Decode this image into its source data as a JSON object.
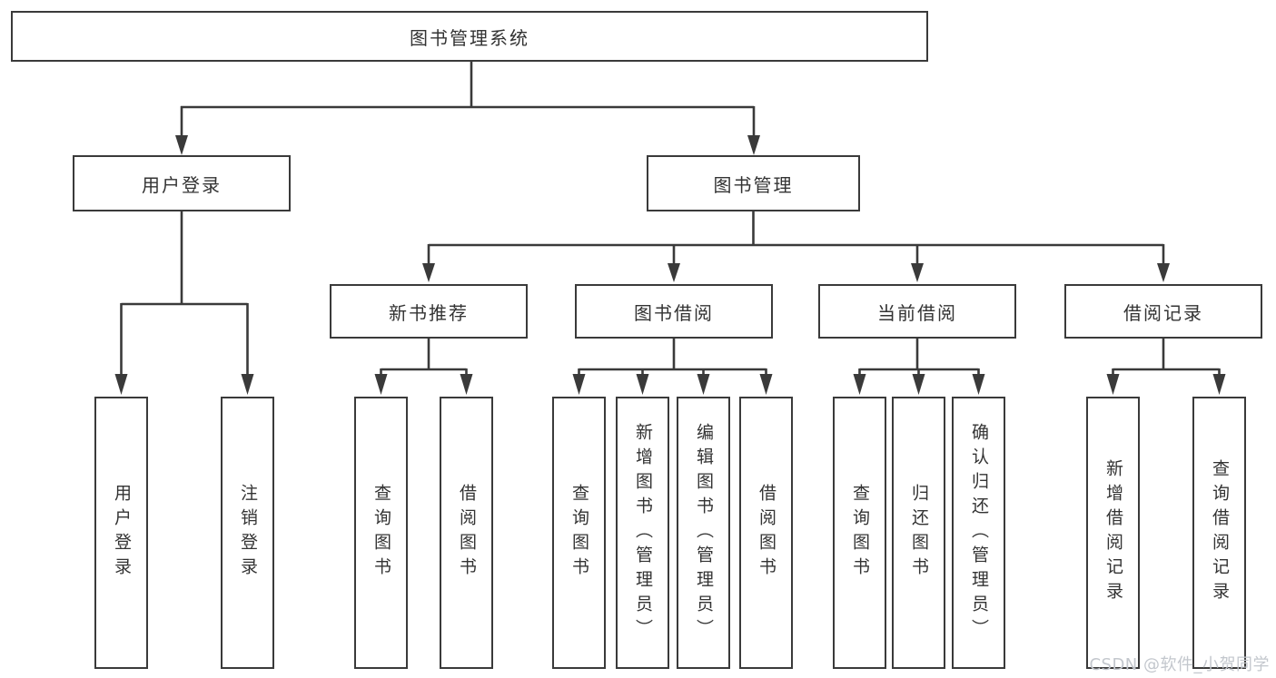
{
  "tree": {
    "root": {
      "label": "图书管理系统"
    },
    "branches": [
      {
        "label": "用户登录",
        "children": [
          {
            "label": "用户登录"
          },
          {
            "label": "注销登录"
          }
        ]
      },
      {
        "label": "图书管理",
        "children": [
          {
            "label": "新书推荐",
            "children": [
              {
                "label": "查询图书"
              },
              {
                "label": "借阅图书"
              }
            ]
          },
          {
            "label": "图书借阅",
            "children": [
              {
                "label": "查询图书"
              },
              {
                "label": "新增图书（管理员）"
              },
              {
                "label": "编辑图书（管理员）"
              },
              {
                "label": "借阅图书"
              }
            ]
          },
          {
            "label": "当前借阅",
            "children": [
              {
                "label": "查询图书"
              },
              {
                "label": "归还图书"
              },
              {
                "label": "确认归还（管理员）"
              }
            ]
          },
          {
            "label": "借阅记录",
            "children": [
              {
                "label": "新增借阅记录"
              },
              {
                "label": "查询借阅记录"
              }
            ]
          }
        ]
      }
    ]
  },
  "watermark": {
    "text": "CSDN @软件_小贺同学"
  },
  "colors": {
    "line": "#3a3a3a",
    "text": "#333333",
    "background": "#ffffff",
    "watermark": "#c3c7cd"
  }
}
